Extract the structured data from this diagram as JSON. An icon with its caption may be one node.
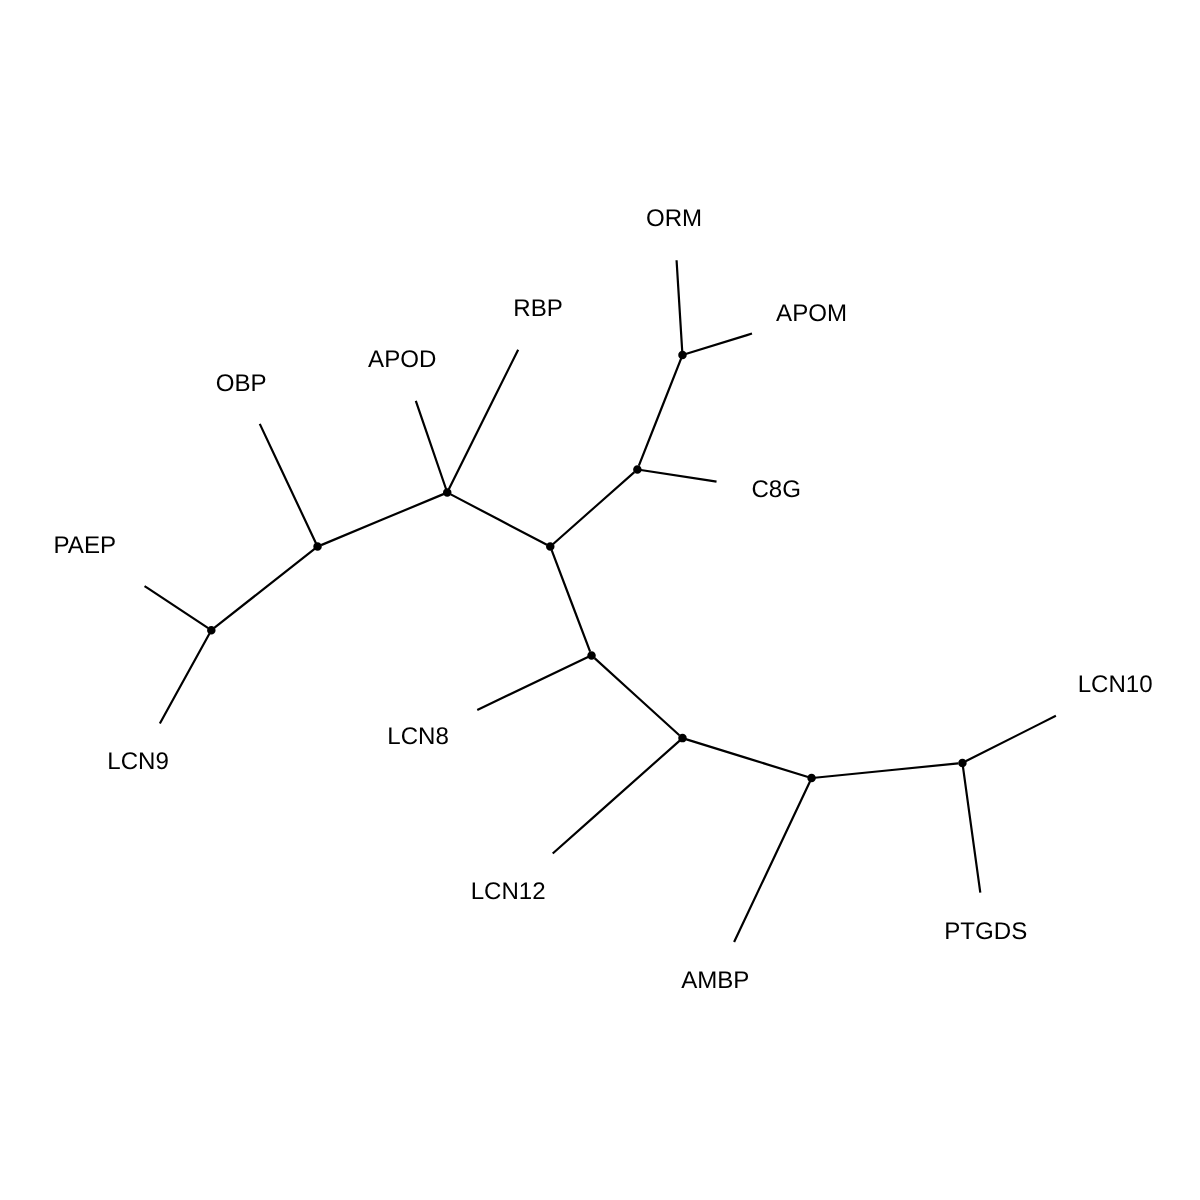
{
  "diagram": {
    "nodes": [
      {
        "text": [
          "PTGDS"
        ]
      },
      {
        "text": [
          "LCN10"
        ]
      },
      {
        "text": [
          "AMBP"
        ]
      },
      {
        "text": [
          "LCN12"
        ]
      },
      {
        "text": [
          "LCN8"
        ]
      },
      {
        "text": [
          "RBP"
        ]
      },
      {
        "text": [
          "APOD"
        ]
      },
      {
        "text": [
          "PAEP"
        ]
      },
      {
        "text": [
          "LCN9"
        ]
      },
      {
        "text": [
          "OBP"
        ]
      },
      {
        "text": [
          "APOM"
        ]
      },
      {
        "text": [
          "ORM"
        ]
      },
      {
        "text": [
          "C8G"
        ]
      },
      {
        "text": [],
        "shape": "point"
      },
      {
        "text": [],
        "shape": "point"
      },
      {
        "text": [],
        "shape": "point"
      },
      {
        "text": [],
        "shape": "point"
      },
      {
        "text": [],
        "shape": "point"
      },
      {
        "text": [],
        "shape": "point"
      },
      {
        "text": [],
        "shape": "point"
      },
      {
        "text": [],
        "shape": "point"
      },
      {
        "text": [],
        "shape": "point"
      },
      {
        "text": [],
        "shape": "point"
      }
    ],
    "edges": [
      {
        "from": 13,
        "to": 14,
        "arrow": "none"
      },
      {
        "from": 14,
        "to": 12,
        "arrow": "none"
      },
      {
        "from": 14,
        "to": 15,
        "arrow": "none"
      },
      {
        "from": 15,
        "to": 10,
        "arrow": "none"
      },
      {
        "from": 15,
        "to": 11,
        "arrow": "none"
      },
      {
        "from": 13,
        "to": 16,
        "arrow": "none"
      },
      {
        "from": 16,
        "to": 17,
        "arrow": "none"
      },
      {
        "from": 17,
        "to": 9,
        "arrow": "none"
      },
      {
        "from": 17,
        "to": 18,
        "arrow": "none"
      },
      {
        "from": 18,
        "to": 8,
        "arrow": "none"
      },
      {
        "from": 18,
        "to": 7,
        "arrow": "none"
      },
      {
        "from": 16,
        "to": 6,
        "arrow": "none"
      },
      {
        "from": 16,
        "to": 5,
        "arrow": "none"
      },
      {
        "from": 13,
        "to": 19,
        "arrow": "none"
      },
      {
        "from": 19,
        "to": 4,
        "arrow": "none"
      },
      {
        "from": 19,
        "to": 20,
        "arrow": "none"
      },
      {
        "from": 20,
        "to": 3,
        "arrow": "none"
      },
      {
        "from": 20,
        "to": 21,
        "arrow": "none"
      },
      {
        "from": 21,
        "to": 2,
        "arrow": "none"
      },
      {
        "from": 21,
        "to": 22,
        "arrow": "none"
      },
      {
        "from": 22,
        "to": 0,
        "arrow": "none"
      },
      {
        "from": 22,
        "to": 1,
        "arrow": "none"
      }
    ]
  }
}
